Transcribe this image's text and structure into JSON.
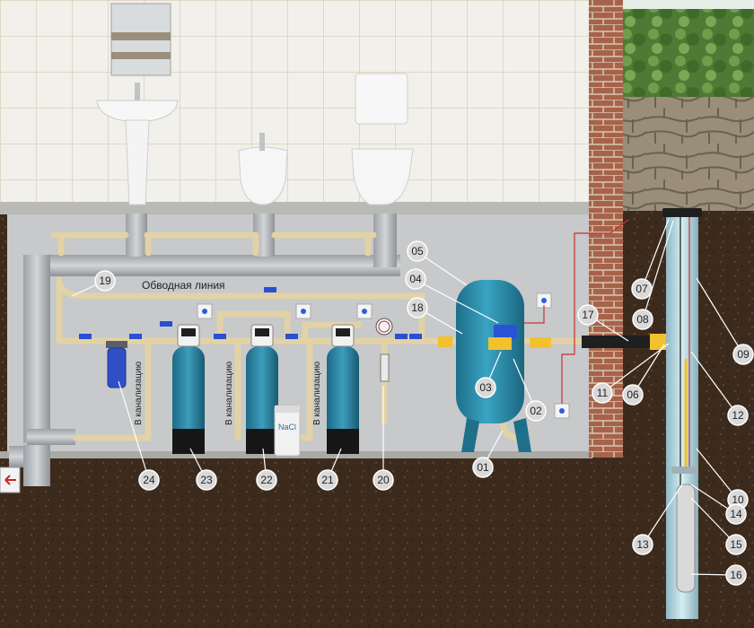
{
  "labels": {
    "bypass_line": "Обводная линия",
    "drain": "В канализацию",
    "salt": "NaCl"
  },
  "callouts": [
    "01",
    "02",
    "03",
    "04",
    "05",
    "06",
    "07",
    "08",
    "09",
    "10",
    "11",
    "12",
    "13",
    "14",
    "15",
    "16",
    "17",
    "18",
    "19",
    "20",
    "21",
    "22",
    "23",
    "24"
  ],
  "colors": {
    "pipe": "#e3d3a6",
    "sewer_pipe": "#b9bcbf",
    "tank": "#2d8fae",
    "fitting": "#f2c12e",
    "soil": "#3b2a1c",
    "tile": "#f0efe8",
    "basement_wall": "#c8cacb"
  }
}
